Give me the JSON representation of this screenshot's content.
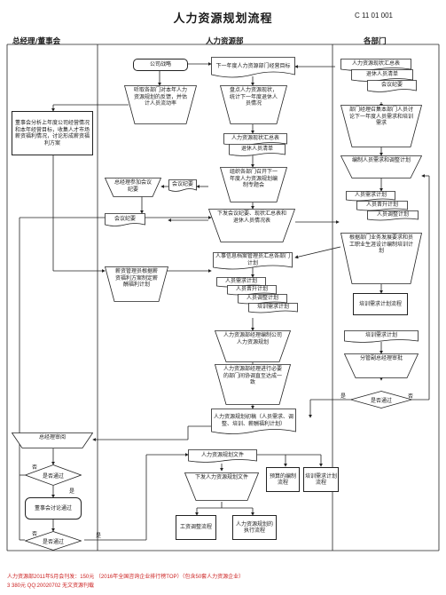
{
  "header": {
    "title": "人力资源规划流程",
    "code": "C 11 01 001"
  },
  "columns": {
    "gm": "总经理/董事会",
    "hr": "人力资源部",
    "dept": "各部门"
  },
  "nodes": {
    "company_strategy": "公司战略",
    "next_year_goal": "下一年度人力资源部门经营目标",
    "dept_feedback": "听取各部门对本年人力资源规划的反馈，并估计人员流动率",
    "summarize_status": "盘点人力资源现状，统计下一年度退休人员情况",
    "status_summary_doc": "人力资源现状汇总表",
    "retire_list_doc": "退休人员清单",
    "board_analysis": "董事会分析上年度公司经营情况和本年经营目标，收集人才市场薪资福利情况，讨论形成薪资福利方案",
    "organize_meeting": "组织各部门召开下一年度人力资源规划编制专题会",
    "gm_attend": "总经理参加会议纪要",
    "meeting_minutes": "会议纪要",
    "meeting_minutes_2": "会议纪要",
    "issue_docs": "下发会议纪要、现状汇总表和退休人员情况表",
    "info_archive": "人事信息档案管理员汇总各部门计划",
    "comp_plan": "薪资管理员根据薪资福利方案制定薪酬福利计划",
    "hr_draft": "人力资源部经理编制公司人力资源规划",
    "hr_coord": "人力资源部经理进行必要的部门间协调直至达成一致",
    "hr_plan_draft": "人力资源规划初稿（人员需求、调整、培训、薪酬福利计划）",
    "gm_review": "总经理审阅",
    "pass_q1": "是否通过",
    "board_discuss": "董事会讨论通过",
    "pass_q2": "是否通过",
    "hr_plan_file": "人力资源规划文件",
    "issue_plan": "下发人力资源规划文件",
    "budget": "预算的编制流程",
    "training_process": "培训需求计划流程",
    "work_adjust": "工资调整流程",
    "exec_process": "人力资源规划的执行流程",
    "dept_summary_doc": "人力资源现状汇总表",
    "dept_retire_doc": "退休人员清单",
    "dept_minutes_doc": "会议纪要",
    "dept_meeting": "部门经理召集本部门人员讨论下一年度人员需求和培训需求",
    "dept_compile": "编制人员需求和调整计划",
    "hc_plan": "人员需求计划",
    "promo_plan": "人员晋升计划",
    "adjust_plan": "人员调整计划",
    "set_training": "根据部门业务发展要求和员工职业生涯设计编制培训计划",
    "training_flow": "培训需求计划流程",
    "training_doc": "培训需求计划",
    "vp_approve": "分管副总经理审批",
    "pass_q3": "是否通过",
    "sum_hc": "人员需求计划",
    "sum_promo": "人员晋升计划",
    "sum_adjust": "人员调整计划",
    "sum_training": "培训需求计划"
  },
  "labels": {
    "yes": "是",
    "no": "否"
  },
  "footer": {
    "line1": "人力资源部2011年5月会刊发：150元 （2016年全国咨询企业排行榜TOP）（包含50套人力资源企业）",
    "line2": "3 380元 QQ:20020702 无文资源刊载"
  }
}
